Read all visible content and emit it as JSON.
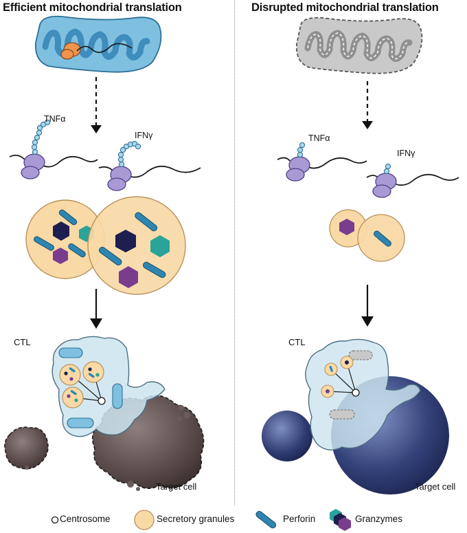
{
  "panels": {
    "left": {
      "title": "Efficient mitochondrial translation",
      "tnf_label": "TNFα",
      "ifn_label": "IFNγ",
      "ctl_label": "CTL",
      "target_label": "Target cell"
    },
    "right": {
      "title": "Disrupted mitochondrial translation",
      "tnf_label": "TNFα",
      "ifn_label": "IFNγ",
      "ctl_label": "CTL",
      "target_label": "Target cell"
    }
  },
  "legend": {
    "centrosome": "Centrosome",
    "granules": "Secretory granules",
    "perforin": "Perforin",
    "granzymes": "Granzymes"
  },
  "colors": {
    "mito_healthy": "#7fc0e0",
    "mito_cristae": "#3f8dbd",
    "mito_disrupted": "#c9c9c9",
    "ribosome_mito": "#f0934e",
    "ribosome_cyto": "#a99ad6",
    "peptide_bead": "#a9d8ef",
    "granule_fill": "#f9d9a6",
    "granule_edge": "#b8905a",
    "perforin": "#2e86b0",
    "granzyme_navy": "#1c1f4f",
    "granzyme_teal": "#2aa39a",
    "granzyme_purple": "#7a3d8e",
    "ctl_fill": "#cde4ef",
    "target_dead": "#5e4f4e",
    "target_live": "#2e3a6e"
  }
}
